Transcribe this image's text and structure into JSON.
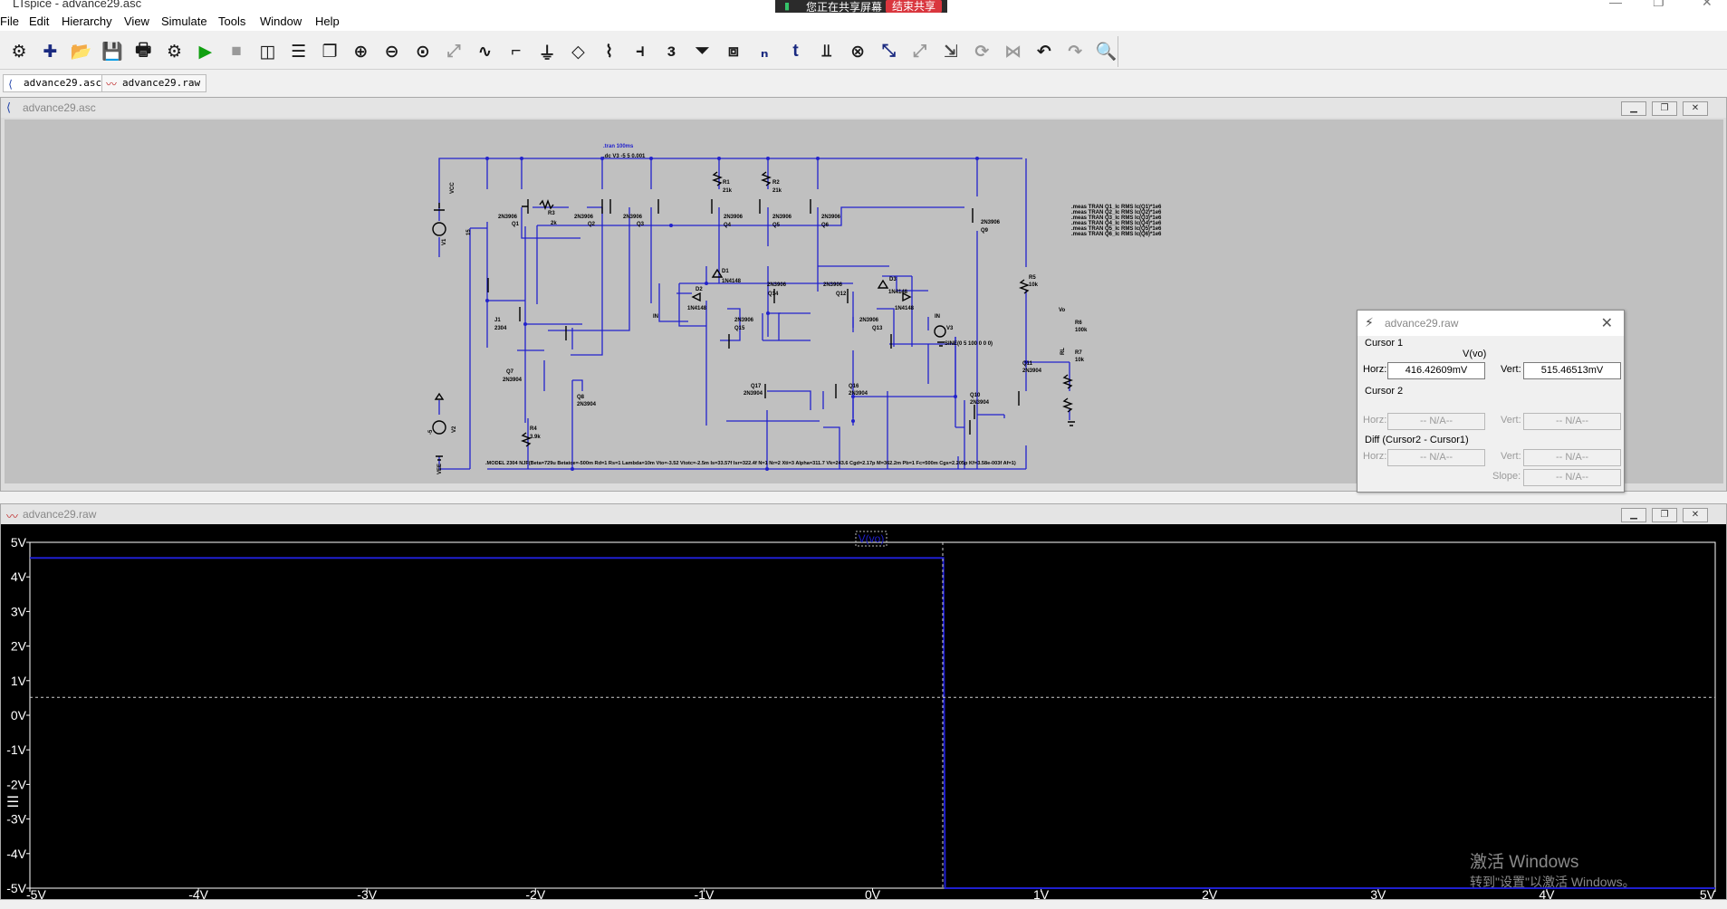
{
  "window": {
    "title": "LTspice - advance29.asc"
  },
  "screen_share": {
    "label": "您正在共享屏幕",
    "stop": "结束共享"
  },
  "menu": [
    "File",
    "Edit",
    "Hierarchy",
    "View",
    "Simulate",
    "Tools",
    "Window",
    "Help"
  ],
  "toolbar_icons": [
    "gear-icon",
    "new-schematic-icon",
    "open-icon",
    "save-icon",
    "print-icon",
    "control-panel-icon",
    "run-icon",
    "halt-icon",
    "tile-vertical-icon",
    "tile-horizontal-icon",
    "cascade-icon",
    "zoom-in-icon",
    "zoom-out-icon",
    "zoom-fit-icon",
    "zoom-extents-icon",
    "waveform-icon",
    "wire-icon",
    "ground-icon",
    "label-net-icon",
    "resistor-icon",
    "capacitor-icon",
    "inductor-icon",
    "diode-icon",
    "component-icon",
    "net-icon",
    "text-icon",
    "spice-directive-icon",
    "delete-icon",
    "duplicate-icon",
    "move-icon",
    "drag-icon",
    "rotate-icon",
    "mirror-icon",
    "undo-icon",
    "redo-icon",
    "find-icon"
  ],
  "tabs": [
    {
      "label": "advance29.asc"
    },
    {
      "label": "advance29.raw"
    }
  ],
  "schematic": {
    "title": "advance29.asc",
    "directives": [
      ".tran 100ms",
      ".dc V3 -5 5 0.001"
    ],
    "meas": [
      ".meas TRAN Q1_Ic RMS Ic(Q1)*1e6",
      ".meas TRAN Q2_Ic RMS Ic(Q2)*1e6",
      ".meas TRAN Q3_Ic RMS Ic(Q3)*1e6",
      ".meas TRAN Q4_Ic RMS Ic(Q4)*1e6",
      ".meas TRAN Q5_Ic RMS Ic(Q5)*1e6",
      ".meas TRAN Q6_Ic RMS Ic(Q6)*1e6"
    ],
    "model": ".MODEL 2304 NJF(Beta=729u Betatce=-500m Rd=1 Rs=1 Lambda=10m Vto=-3.52 Vtotc=-2.5m Is=33.57f Isr=322.4f N=1 Nr=2 Xti=3 Alpha=311.7 Vk=243.6 Cgd=2.17p M=362.2m Pb=1 Fc=500m Cgs=2.205p Kf=3.58e-003f Af=1)",
    "labels": {
      "vcc": "VCC",
      "vee": "VEE",
      "v1": "V1",
      "v1val": "15",
      "v2": "V2",
      "v2val": "-5",
      "v3": "V3",
      "sine": "SINE(0 5 100 0 0 0)",
      "j1": "J1",
      "j1m": "2304",
      "r1": "R1",
      "r1v": "21k",
      "r2": "R2",
      "r2v": "21k",
      "r3": "R3",
      "r3v": "2k",
      "r4": "R4",
      "r4v": "3.9k",
      "r5": "R5",
      "r5v": "10k",
      "r6": "R6",
      "r6v": "100k",
      "r7": "R7",
      "r7v": "10k",
      "rl": "RL",
      "d1": "D1",
      "d2": "D2",
      "d3": "D3",
      "d4": "D4",
      "dm": "1N4148",
      "pnp": "2N3906",
      "npn": "2N3904",
      "in": "IN",
      "vo": "Vo",
      "q1": "Q1",
      "q2": "Q2",
      "q3": "Q3",
      "q4": "Q4",
      "q5": "Q5",
      "q6": "Q6",
      "q7": "Q7",
      "q8": "Q8",
      "q9": "Q9",
      "q10": "Q10",
      "q11": "Q11",
      "q12": "Q12",
      "q13": "Q13",
      "q14": "Q14",
      "q15": "Q15",
      "q16": "Q16",
      "q17": "Q17"
    }
  },
  "plot": {
    "title": "advance29.raw",
    "trace_label": "V(vo)",
    "colors": {
      "trace": "#1f1fd0",
      "grid": "#d0d0d0",
      "axis": "#ffffff"
    }
  },
  "chart_data": {
    "type": "line",
    "title": "",
    "xlabel": "",
    "ylabel": "",
    "xlim": [
      -5,
      5
    ],
    "ylim": [
      -5,
      5
    ],
    "x_ticks": [
      "-5V",
      "-4V",
      "-3V",
      "-2V",
      "-1V",
      "0V",
      "1V",
      "2V",
      "3V",
      "4V",
      "5V"
    ],
    "y_ticks": [
      "5V",
      "4V",
      "3V",
      "2V",
      "1V",
      "0V",
      "-1V",
      "-2V",
      "-3V",
      "-4V",
      "-5V"
    ],
    "series": [
      {
        "name": "V(vo)",
        "x": [
          -5,
          0.42,
          0.43,
          5
        ],
        "y": [
          4.55,
          4.55,
          -5,
          -5
        ]
      }
    ],
    "cursor": {
      "x": 0.41642609,
      "y": 0.51546513
    }
  },
  "cursor_dialog": {
    "title": "advance29.raw",
    "cursor1": "Cursor 1",
    "trace": "V(vo)",
    "horz_label": "Horz:",
    "vert_label": "Vert:",
    "horz1": "416.42609mV",
    "vert1": "515.46513mV",
    "cursor2": "Cursor 2",
    "horz2": "-- N/A--",
    "vert2": "-- N/A--",
    "diff": "Diff (Cursor2 - Cursor1)",
    "horz_d": "-- N/A--",
    "vert_d": "-- N/A--",
    "slope_label": "Slope:",
    "slope": "-- N/A--"
  },
  "watermark": {
    "line1": "激活 Windows",
    "line2": "转到\"设置\"以激活 Windows。"
  }
}
